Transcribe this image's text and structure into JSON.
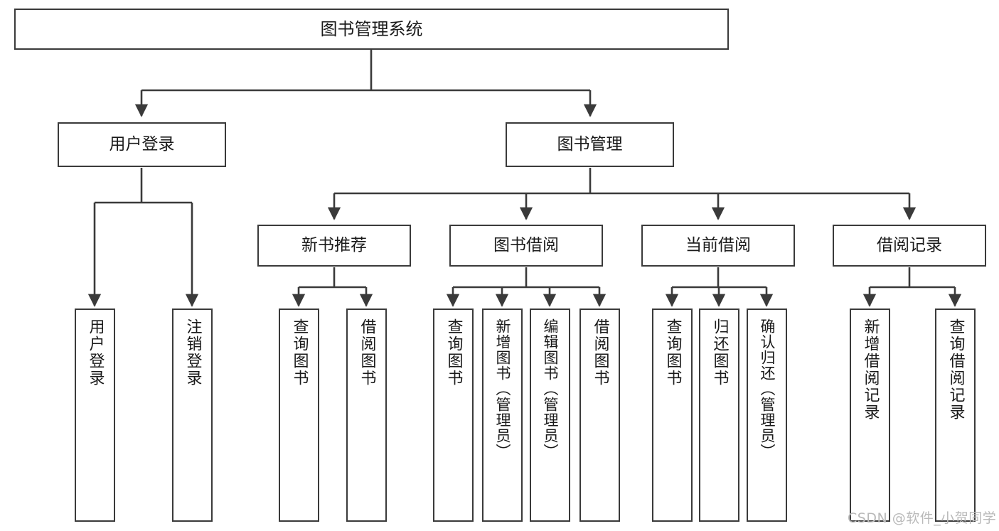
{
  "diagram": {
    "title": "图书管理系统",
    "type": "tree-hierarchy-functional-decomposition",
    "watermark": "CSDN @软件_小贺同学",
    "colors": {
      "box_border": "#3a3a3a",
      "box_fill": "#ffffff",
      "edge": "#3a3a3a",
      "text": "#1a1a1a",
      "watermark": "#b9b9b9",
      "background": "#ffffff"
    },
    "levels": {
      "root": {
        "label": "图书管理系统"
      },
      "level2": [
        {
          "label": "用户登录"
        },
        {
          "label": "图书管理"
        }
      ],
      "level3": [
        {
          "label": "新书推荐"
        },
        {
          "label": "图书借阅"
        },
        {
          "label": "当前借阅"
        },
        {
          "label": "借阅记录"
        }
      ]
    },
    "nodes": {
      "root": "图书管理系统",
      "user_login": "用户登录",
      "book_manage": "图书管理",
      "new_book_rec": "新书推荐",
      "book_borrow": "图书借阅",
      "current_borrow": "当前借阅",
      "borrow_record": "借阅记录",
      "leaf_user_login": "用户登录",
      "leaf_logout_login": "注销登录",
      "leaf_query_book_1": "查询图书",
      "leaf_borrow_book_1": "借阅图书",
      "leaf_query_book_2": "查询图书",
      "leaf_add_book_admin": "新增图书（管理员）",
      "leaf_edit_book_admin": "编辑图书（管理员）",
      "leaf_borrow_book_2": "借阅图书",
      "leaf_query_book_3": "查询图书",
      "leaf_return_book": "归还图书",
      "leaf_confirm_return_admin": "确认归还（管理员）",
      "leaf_add_record": "新增借阅记录",
      "leaf_query_record": "查询借阅记录"
    }
  }
}
